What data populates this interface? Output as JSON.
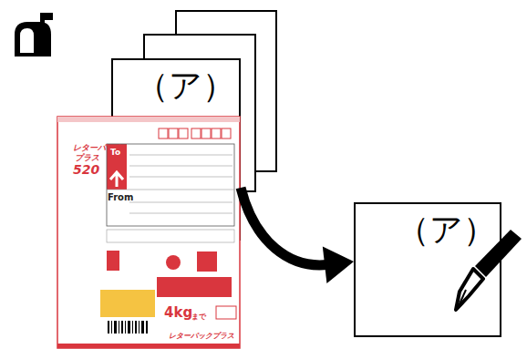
{
  "diagram": {
    "nodes": [
      {
        "text": [
          "（ア）"
        ]
      },
      {
        "text": [
          "（ア）"
        ]
      }
    ],
    "edges": [
      {
        "from": 0,
        "to": 1,
        "arrow": "to"
      }
    ],
    "labels": [
      "レターパック",
      "プラス",
      "520",
      "To",
      "From",
      "4kg",
      "まで",
      "レターパックプラス"
    ]
  }
}
